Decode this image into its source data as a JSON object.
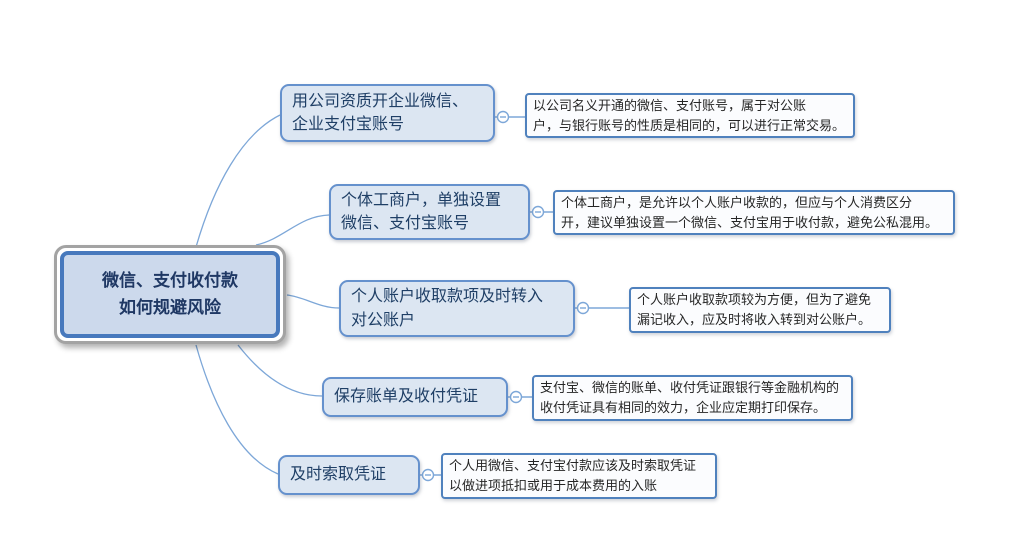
{
  "title": "微信、支付收付款如何规避风险",
  "palette": {
    "branch_fill": "#dce6f2",
    "branch_border": "#6591cd",
    "branch_text": "#1f3f66",
    "note_fill": "#fbfcfe",
    "note_border": "#4f81bd",
    "note_text": "#262626",
    "root_fill": "#ccd9ec",
    "root_inner_border": "#4779bd",
    "root_outer_border": "#a3a3a3",
    "root_text": "#1f3864",
    "connector": "#7da7d8",
    "background": "#ffffff"
  },
  "icons": {
    "collapse_toggle": "minus-icon"
  },
  "root": {
    "label": "微信、支付收付款\n如何规避风险"
  },
  "branches": [
    {
      "label": "用公司资质开企业微信、\n企业支付宝账号",
      "note": "以公司名义开通的微信、支付账号，属于对公账\n户，与银行账号的性质是相同的，可以进行正常交易。"
    },
    {
      "label": "个体工商户，单独设置\n微信、支付宝账号",
      "note": "个体工商户，是允许以个人账户收款的，但应与个人消费区分\n开，建议单独设置一个微信、支付宝用于收付款，避免公私混用。"
    },
    {
      "label": "个人账户收取款项及时转入\n对公账户",
      "note": "个人账户收取款项较为方便，但为了避免\n漏记收入，应及时将收入转到对公账户。"
    },
    {
      "label": "保存账单及收付凭证",
      "note": "支付宝、微信的账单、收付凭证跟银行等金融机构的\n收付凭证具有相同的效力，企业应定期打印保存。"
    },
    {
      "label": "及时索取凭证",
      "note": "个人用微信、支付宝付款应该及时索取凭证\n以做进项抵扣或用于成本费用的入账"
    }
  ]
}
